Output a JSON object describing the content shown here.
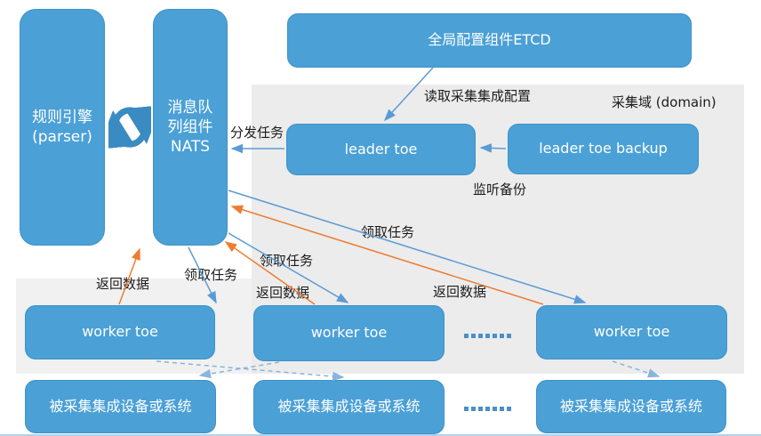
{
  "labels": {
    "etcd": "全局配置组件ETCD",
    "parser_line1": "规则引擎",
    "parser_line2": "(parser)",
    "nats_line1": "消息队",
    "nats_line2": "列组件",
    "nats_line3": "NATS",
    "leader": "leader toe",
    "leader_backup": "leader toe backup",
    "domain": "采集域 (domain)",
    "read_config": "读取采集集成配置",
    "dispatch_task": "分发任务",
    "listen_backup": "监听备份",
    "fetch_task": "领取任务",
    "return_data": "返回数据",
    "workers": [
      "worker toe",
      "worker toe",
      "worker toe"
    ],
    "devices": [
      "被采集集成设备或系统",
      "被采集集成设备或系统",
      "被采集集成设备或系统"
    ]
  },
  "icons": {
    "sync": "sync-cycle-icon",
    "ellipsis_workers": "dotted-ellipsis",
    "ellipsis_devices": "dotted-ellipsis"
  },
  "colors": {
    "node_fill": "#4ba0d6",
    "node_border": "#3e92c7",
    "node_text": "#ffffff",
    "arrow_blue": "#5b9bd5",
    "arrow_orange": "#ed7d31",
    "arrow_dashed_blue": "#8ab4dc",
    "label_text": "#1c1c1c",
    "domain_area_bg": "#ececec",
    "worker_area_bg": "#f1f1f1",
    "ellipsis_dots": "#4a90c8",
    "sync_icon": "#3a8bc2",
    "bottom_line": "#b3d1ea"
  }
}
